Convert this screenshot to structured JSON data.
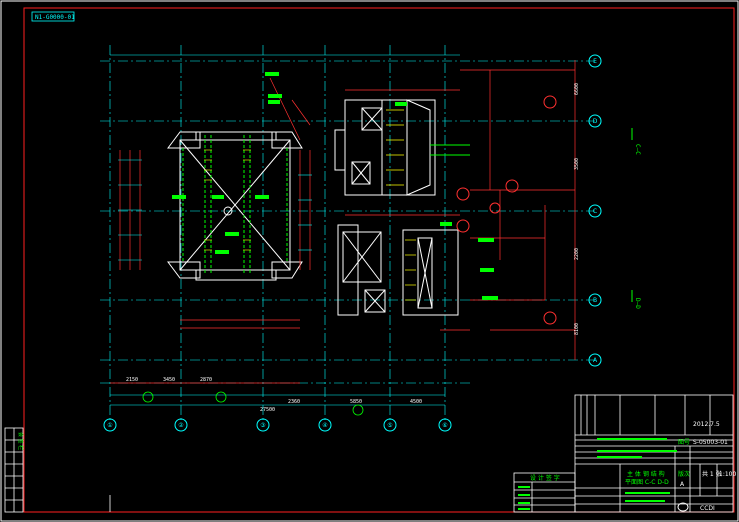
{
  "drawing_code": "N1-G0000-01",
  "colors": {
    "background": "#000000",
    "frame": "#ffffff",
    "border": "#ff2020",
    "grid": "#00ffff",
    "dim": "#ff3030",
    "steel": "#ffffff",
    "label": "#00ff00",
    "accent": "#ffff00"
  },
  "col_axes": [
    "①",
    "②",
    "③",
    "④",
    "⑤",
    "⑥"
  ],
  "right_axes": [
    "E",
    "D",
    "C",
    "B",
    "A"
  ],
  "section_marks": {
    "cc": "C—C",
    "dd": "D—D"
  },
  "dims": {
    "top": [
      "2150",
      "3450",
      "2870",
      "2360",
      "5850",
      "4500"
    ],
    "bottom_total": "27500",
    "right": [
      "6600",
      "3500",
      "2200",
      "8100"
    ]
  },
  "title_block": {
    "title_line1": "主 体 钢 结 构",
    "title_line2": "平面图 C-C D-D",
    "sheet_no": "S-05003-01",
    "scale": "1:100",
    "sheet_count": "共 1 张",
    "revision_label": "版次",
    "revision": "A",
    "drawing_no_label": "图号",
    "date": "2012.7.5",
    "company": "CCDI"
  },
  "left_strip_label": "会 签 栏",
  "stamp_box_title": "设 计 签 字"
}
